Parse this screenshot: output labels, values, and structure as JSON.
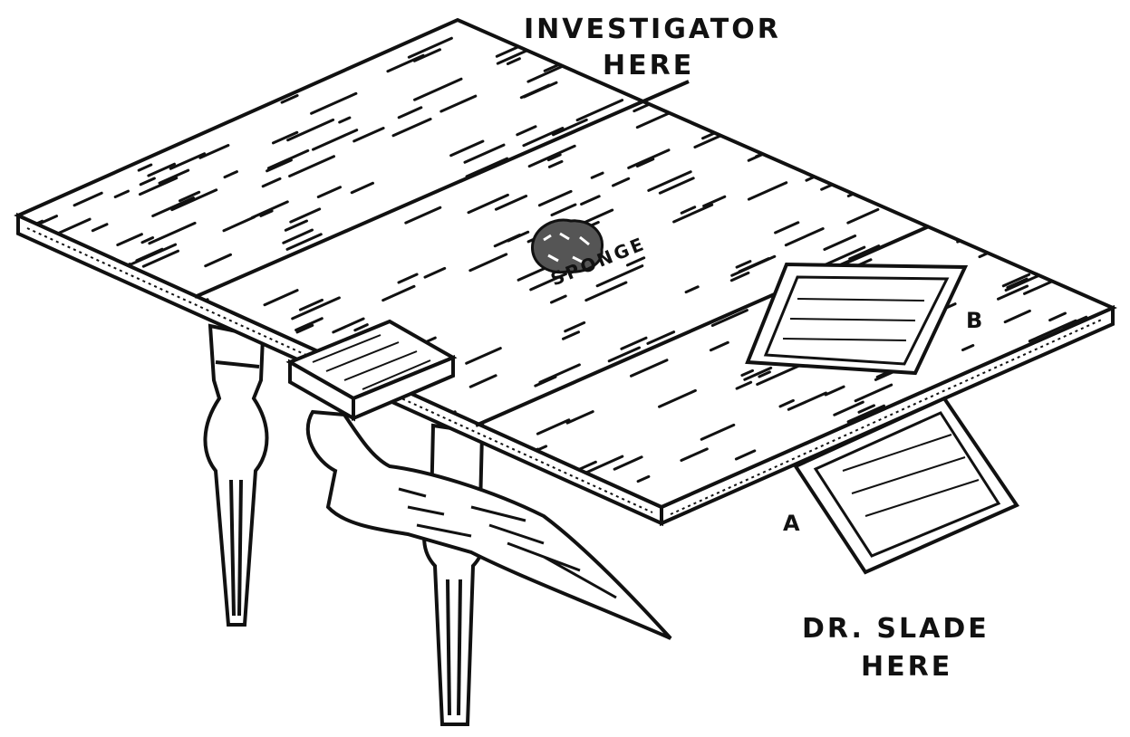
{
  "labels": {
    "investigator_line1": "INVESTIGATOR",
    "investigator_line2": "HERE",
    "sponge": "SPONGE",
    "slate_b": "B",
    "slate_a": "A",
    "slade_line1": "DR. SLADE",
    "slade_line2": "HERE"
  },
  "colors": {
    "ink": "#111111",
    "paper": "#ffffff"
  }
}
